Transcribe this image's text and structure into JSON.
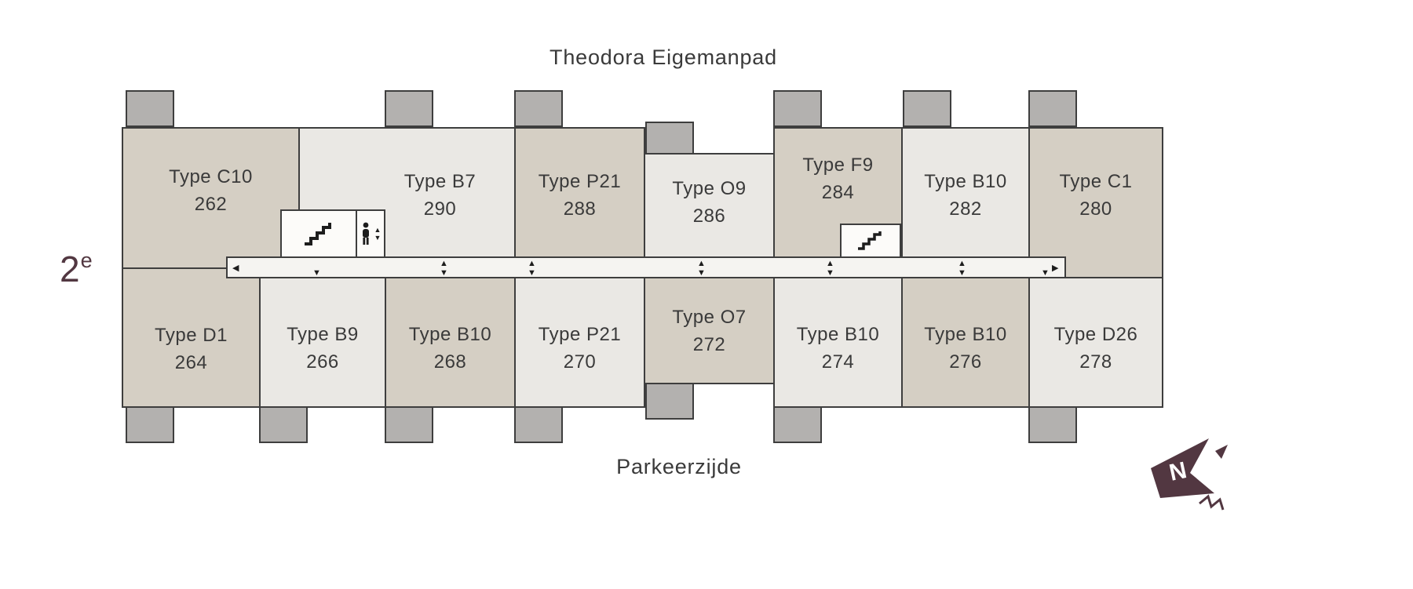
{
  "titles": {
    "street_top": "Theodora Eigemanpad",
    "street_bottom": "Parkeerzijde"
  },
  "floor": {
    "number": "2",
    "suffix": "e"
  },
  "icons": {
    "arrow_up": "▲",
    "arrow_down": "▼",
    "arrow_left": "◀",
    "arrow_right": "▶",
    "compass_letter": "N"
  },
  "colors": {
    "unit_beige": "#d5cfc4",
    "unit_light": "#eae8e4",
    "corridor": "#f5f4f1",
    "balcony_gray": "#b3b1af",
    "outline": "#3e3e3e",
    "accent_maroon": "#523741",
    "text": "#3a3a3a"
  },
  "units": [
    {
      "type": "Type C10",
      "number": "262"
    },
    {
      "type": "Type B7",
      "number": "290"
    },
    {
      "type": "Type P21",
      "number": "288"
    },
    {
      "type": "Type O9",
      "number": "286"
    },
    {
      "type": "Type F9",
      "number": "284"
    },
    {
      "type": "Type B10",
      "number": "282"
    },
    {
      "type": "Type C1",
      "number": "280"
    },
    {
      "type": "Type D1",
      "number": "264"
    },
    {
      "type": "Type B9",
      "number": "266"
    },
    {
      "type": "Type B10",
      "number": "268"
    },
    {
      "type": "Type P21",
      "number": "270"
    },
    {
      "type": "Type O7",
      "number": "272"
    },
    {
      "type": "Type B10",
      "number": "274"
    },
    {
      "type": "Type B10",
      "number": "276"
    },
    {
      "type": "Type D26",
      "number": "278"
    }
  ]
}
